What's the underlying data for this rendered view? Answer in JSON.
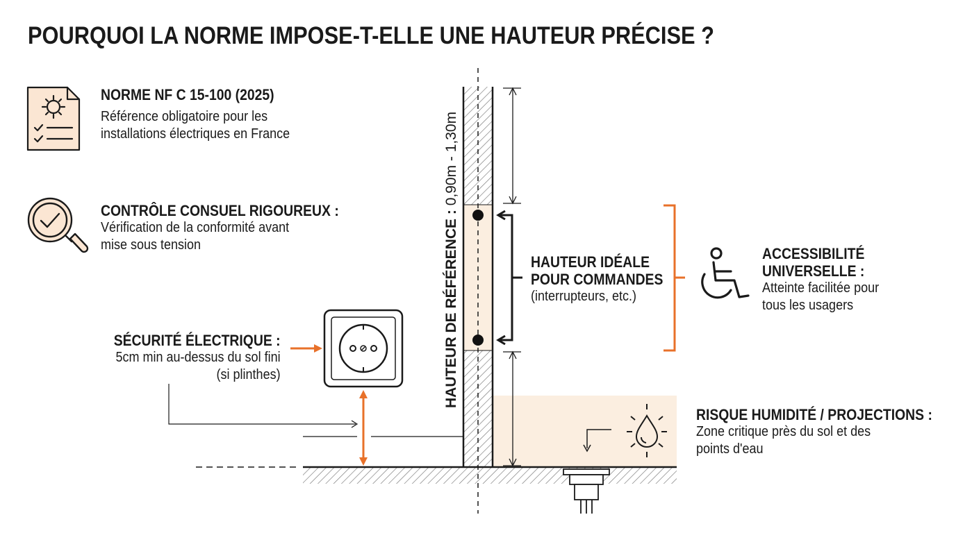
{
  "title": "POURQUOI LA NORME IMPOSE-T-ELLE UNE HAUTEUR PRÉCISE ?",
  "norme": {
    "title": "NORME NF C 15-100 (2025)",
    "line1": "Référence obligatoire pour les",
    "line2": "installations électriques en France",
    "icon": "document-gear-icon"
  },
  "consuel": {
    "title": "CONTRÔLE CONSUEL RIGOUREUX :",
    "line1": "Vérification de la conformité avant",
    "line2": "mise sous tension",
    "icon": "magnifier-check-icon"
  },
  "securite": {
    "title": "SÉCURITÉ ÉLECTRIQUE :",
    "line1": "5cm min au-dessus du sol fini",
    "line2": "(si plinthes)",
    "icon": "power-socket-icon"
  },
  "reference": {
    "label_bold": "HAUTEUR DE RÉFÉRENCE :",
    "label_value": " 0,90m - 1,30m"
  },
  "commandes": {
    "title1": "HAUTEUR IDÉALE",
    "title2": "POUR COMMANDES",
    "line1": "(interrupteurs, etc.)"
  },
  "accessibilite": {
    "title1": "ACCESSIBILITÉ",
    "title2": "UNIVERSELLE :",
    "line1": "Atteinte facilitée pour",
    "line2": "tous les usagers",
    "icon": "wheelchair-icon"
  },
  "humidite": {
    "title": "RISQUE HUMIDITÉ / PROJECTIONS :",
    "line1": "Zone critique près du sol et des",
    "line2": "points d'eau",
    "icon": "water-drop-icon"
  },
  "colors": {
    "accent": "#e8712a",
    "zone": "#fbeee0",
    "ink": "#1a1a1a",
    "icon_fill": "#fbe6d3"
  }
}
